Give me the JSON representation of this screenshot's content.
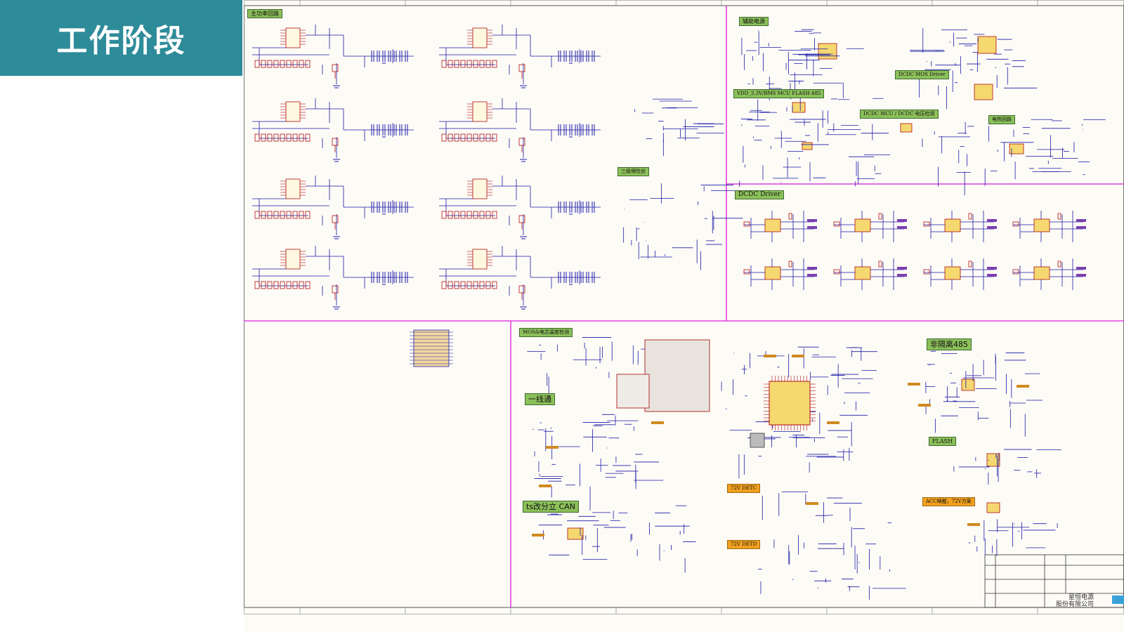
{
  "slide": {
    "title": "工作阶段"
  },
  "schematic": {
    "labels": {
      "main_power": "主功率回路",
      "aux_power": "辅助电源",
      "vdd_mcu": "VDD_3.3V/BMS MCU FLASH 485",
      "dcdc_mos_driver": "DCDC MOS Driver",
      "dcdc_mcu_detect": "DCDC MCU / DCDC 电压检测",
      "heating": "电热回路",
      "dcdc_driver": "DCDC Driver",
      "fuse_protect": "三级保险丝",
      "mos_temp": "MOS&电芯温度检测",
      "one_wire": "一线通",
      "nonisolated_485": "非隔离485",
      "flash": "FLASH",
      "can": "ts改分立 CAN",
      "v72_detc": "72V DETC",
      "v72_detd": "72V DETD",
      "acc": "ACC唤醒，72V方案"
    },
    "title_block": {
      "company_line1": "星恒电源",
      "company_line2": "股份有限公司"
    },
    "colors": {
      "wire": "#1a1aa8",
      "component": "#b01010",
      "border": "#e040e0",
      "label_green": "#8cc05a",
      "label_orange": "#f0a020",
      "ic_fill": "#f5d870"
    }
  }
}
